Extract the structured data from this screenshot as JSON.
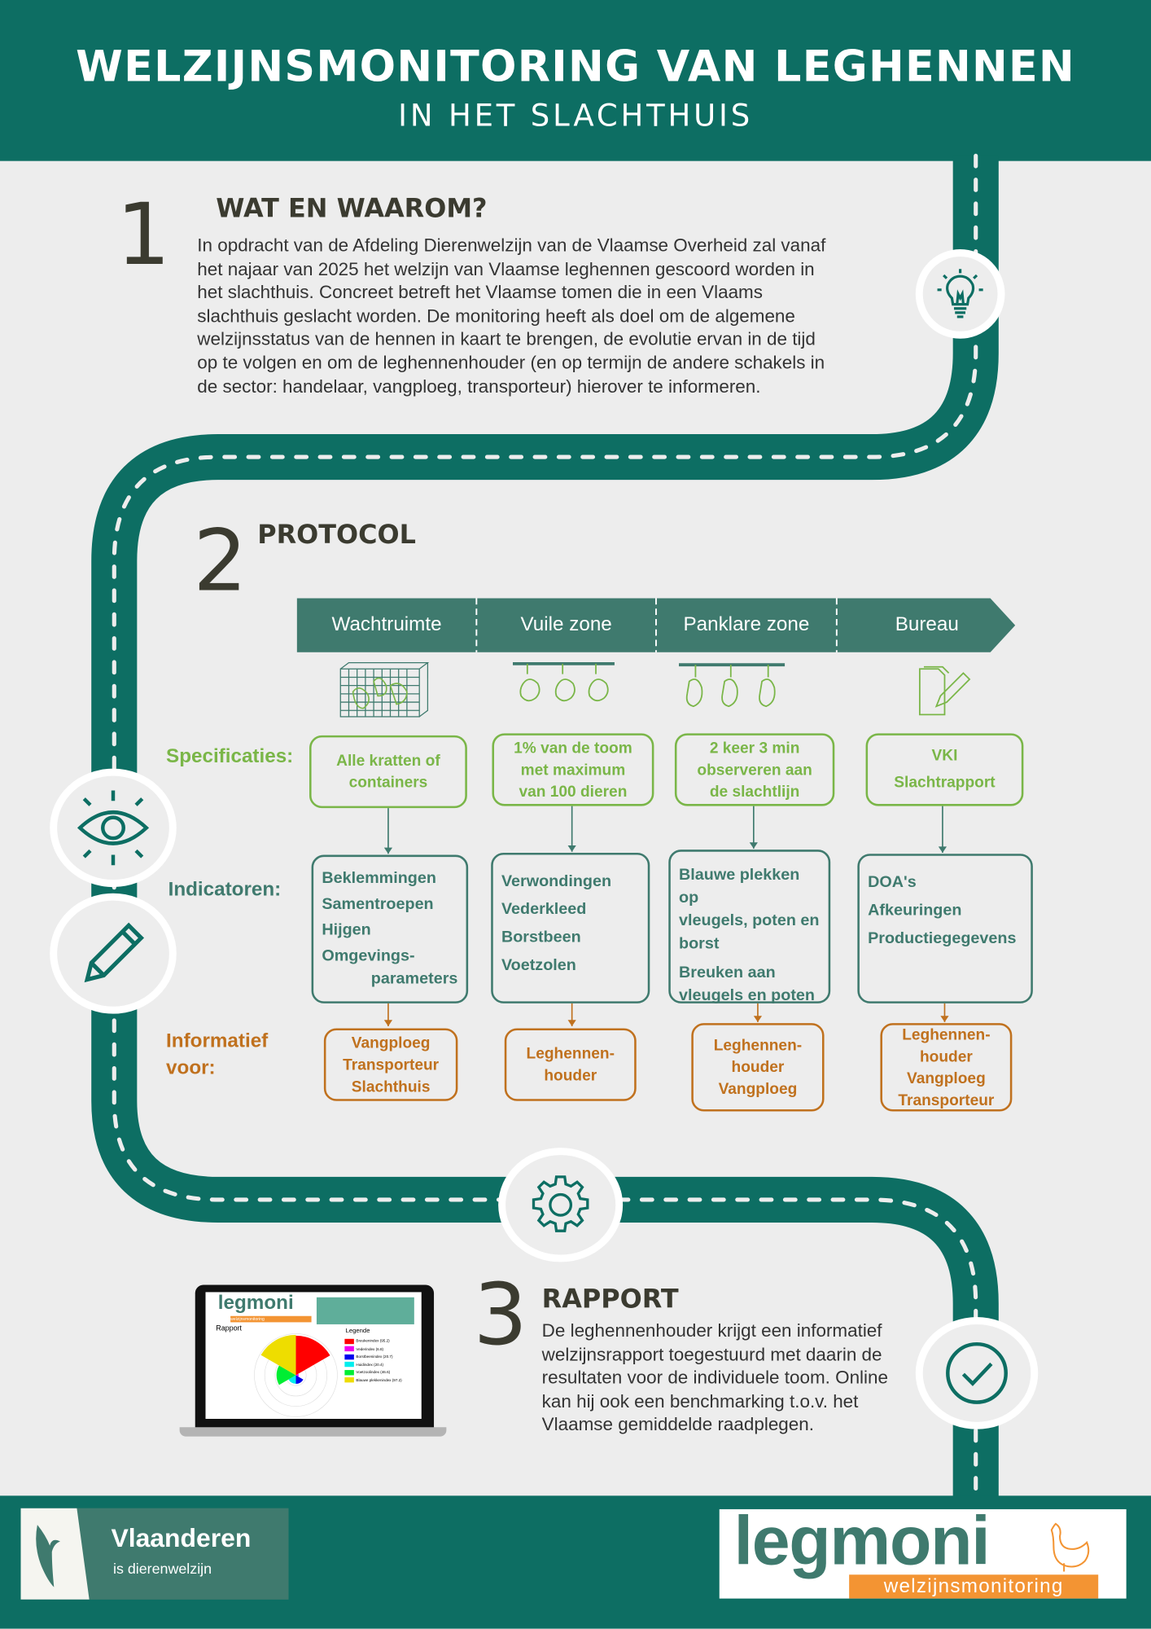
{
  "header": {
    "title": "WELZIJNSMONITORING VAN LEGHENNEN",
    "subtitle": "IN HET SLACHTHUIS"
  },
  "colors": {
    "primary": "#0d6e63",
    "bar": "#3f7a6e",
    "green": "#7ab648",
    "orange": "#c0711e",
    "background": "#ededed"
  },
  "section1": {
    "number": "1",
    "heading": "WAT EN WAAROM?",
    "lines": [
      "In opdracht van de Afdeling Dierenwelzijn van de Vlaamse Overheid zal vanaf",
      "het najaar van 2025 het welzijn van Vlaamse leghennen gescoord worden in",
      "het slachthuis. Concreet betreft het Vlaamse tomen die in een Vlaams",
      "slachthuis geslacht worden. De monitoring heeft als doel om de algemene",
      "welzijnsstatus van de hennen in kaart te brengen, de evolutie ervan in de tijd",
      "op te volgen en om de leghennenhouder (en op termijn de andere schakels in",
      "de sector: handelaar, vangploeg, transporteur) hierover te informeren."
    ],
    "icon": "lightbulb-icon"
  },
  "section2": {
    "number": "2",
    "heading": "PROTOCOL",
    "zones": [
      "Wachtruimte",
      "Vuile zone",
      "Panklare zone",
      "Bureau"
    ],
    "zone_icons": [
      "crate-with-hens-icon",
      "hanging-hens-icon",
      "hanging-carcasses-icon",
      "document-pencil-icon"
    ],
    "labels": {
      "specs": "Specificaties:",
      "indicators": "Indicatoren:",
      "info": "Informatief voor:"
    },
    "specs": [
      [
        "Alle kratten of",
        "containers"
      ],
      [
        "1% van de toom",
        "met maximum",
        "van 100 dieren"
      ],
      [
        "2 keer 3 min",
        "observeren aan",
        "de slachtlijn"
      ],
      [
        "VKI",
        "Slachtrapport"
      ]
    ],
    "indicators": [
      [
        "Beklemmingen",
        "Samentroepen",
        "Hijgen",
        "Omgevings-",
        "parameters"
      ],
      [
        "Verwondingen",
        "Vederkleed",
        "Borstbeen",
        "Voetzolen"
      ],
      [
        "Blauwe plekken op",
        "vleugels, poten en",
        "borst",
        "Breuken aan",
        "vleugels en poten"
      ],
      [
        "DOA's",
        "Afkeuringen",
        "Productiegegevens"
      ]
    ],
    "info": [
      [
        "Vangploeg",
        "Transporteur",
        "Slachthuis"
      ],
      [
        "Leghennen-",
        "houder"
      ],
      [
        "Leghennen-",
        "houder",
        "Vangploeg"
      ],
      [
        "Leghennen-",
        "houder",
        "Vangploeg",
        "Transporteur"
      ]
    ],
    "icons": [
      "eye-icon",
      "pencil-icon"
    ]
  },
  "gear_icon": "gear-icon",
  "section3": {
    "number": "3",
    "heading": "RAPPORT",
    "lines": [
      "De leghennenhouder krijgt een informatief",
      "welzijnsrapport toegestuurd met daarin de",
      "resultaten voor de individuele toom. Online",
      "kan hij ook een benchmarking t.o.v. het",
      "Vlaamse gemiddelde raadplegen."
    ],
    "icon": "checkmark-icon",
    "laptop": {
      "logo": "legmoni",
      "logo_sub": "welzijnsmonitoring",
      "report_label": "Rapport",
      "legend_title": "Legende",
      "legend": [
        {
          "label": "Breukenindex (95.2)",
          "value": 95.2,
          "color": "#ff0000"
        },
        {
          "label": "Vederindex (6.8)",
          "value": 6.8,
          "color": "#ee00ee"
        },
        {
          "label": "Borstbeenindex (20.7)",
          "value": 20.7,
          "color": "#0000ee"
        },
        {
          "label": "Huidindex (20.4)",
          "value": 20.4,
          "color": "#00eeee"
        },
        {
          "label": "Voetzoolindex (46.6)",
          "value": 46.6,
          "color": "#00ee33"
        },
        {
          "label": "Blauwe plekkenindex (97.2)",
          "value": 97.2,
          "color": "#eedd00"
        }
      ]
    }
  },
  "footer": {
    "vlaanderen": "Vlaanderen",
    "vlaanderen_sub": "is dierenwelzijn",
    "legmoni": "legmoni",
    "legmoni_sub": "welzijnsmonitoring"
  }
}
